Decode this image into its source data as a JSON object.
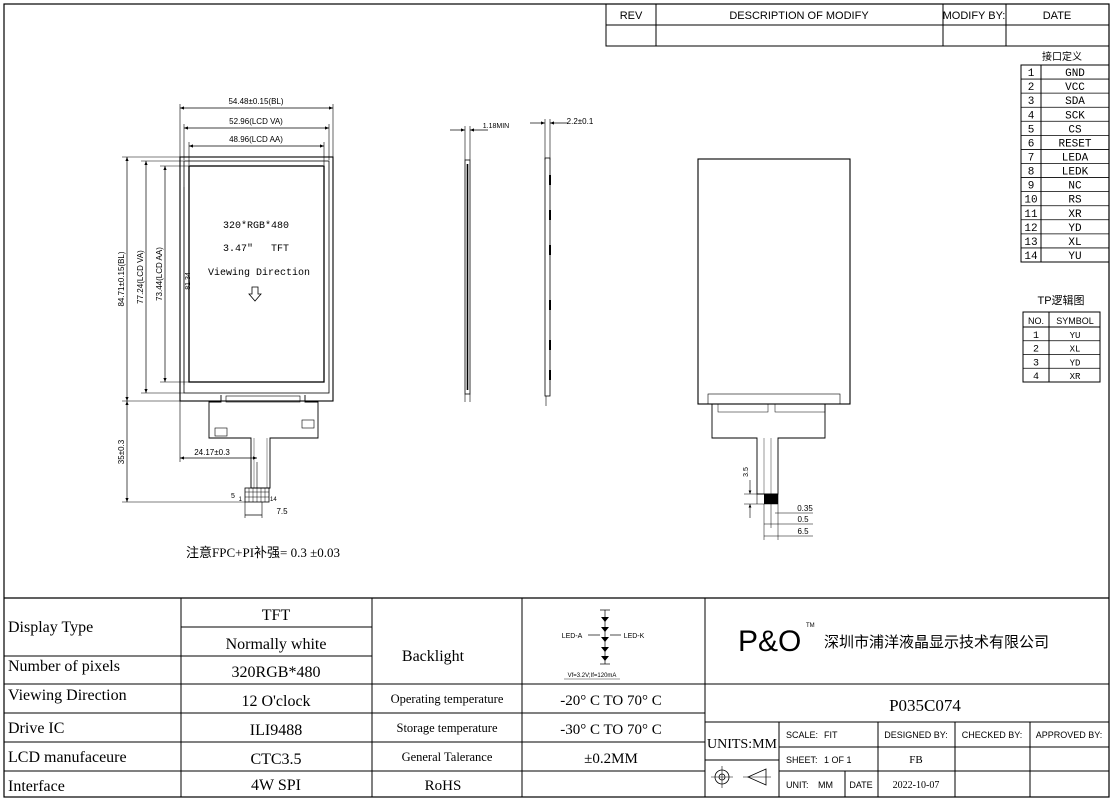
{
  "revision_block": {
    "headers": [
      "REV",
      "DESCRIPTION OF MODIFY",
      "MODIFY BY:",
      "DATE"
    ]
  },
  "interface_table": {
    "title": "接口定义",
    "pins": [
      {
        "no": "1",
        "name": "GND"
      },
      {
        "no": "2",
        "name": "VCC"
      },
      {
        "no": "3",
        "name": "SDA"
      },
      {
        "no": "4",
        "name": "SCK"
      },
      {
        "no": "5",
        "name": "CS"
      },
      {
        "no": "6",
        "name": "RESET"
      },
      {
        "no": "7",
        "name": "LEDA"
      },
      {
        "no": "8",
        "name": "LEDK"
      },
      {
        "no": "9",
        "name": "NC"
      },
      {
        "no": "10",
        "name": "RS"
      },
      {
        "no": "11",
        "name": "XR"
      },
      {
        "no": "12",
        "name": "YD"
      },
      {
        "no": "13",
        "name": "XL"
      },
      {
        "no": "14",
        "name": "YU"
      }
    ]
  },
  "tp_table": {
    "title": "TP逻辑图",
    "headers": [
      "NO.",
      "SYMBOL"
    ],
    "rows": [
      {
        "no": "1",
        "symbol": "YU"
      },
      {
        "no": "2",
        "symbol": "XL"
      },
      {
        "no": "3",
        "symbol": "YD"
      },
      {
        "no": "4",
        "symbol": "XR"
      }
    ]
  },
  "front_view": {
    "dim_bl_width": "54.48±0.15(BL)",
    "dim_va_width": "52.96(LCD VA)",
    "dim_aa_width": "48.96(LCD AA)",
    "dim_bl_height": "84.71±0.15(BL)",
    "dim_va_height": "77.24(LCD VA)",
    "dim_aa_height": "73.44(LCD AA)",
    "dim_inner": "81.34",
    "dim_fpc_len": "35±0.3",
    "dim_fpc_offset": "24.17±0.3",
    "dim_stiff": "5",
    "dim_pitch_w": "7.5",
    "pin_first": "1",
    "pin_last": "14",
    "label_resolution": "320*RGB*480",
    "label_size": "3.47\"",
    "label_type": "TFT",
    "label_viewing": "Viewing Direction",
    "note": "注意FPC+PI补强= 0.3 ±0.03"
  },
  "side_view": {
    "dim_left": "1.18MIN",
    "dim_right": "2.2±0.1"
  },
  "rear_view": {
    "dim_35": "3.5",
    "dim_035": "0.35",
    "dim_05": "0.5",
    "dim_65": "6.5"
  },
  "spec_table": {
    "rows": [
      {
        "label": "Display Type",
        "value": "TFT"
      },
      {
        "label": "",
        "value": "Normally white"
      },
      {
        "label": "Number of pixels",
        "value": "320RGB*480"
      },
      {
        "label": "Viewing Direction",
        "value": "12 O'clock"
      },
      {
        "label": "Drive IC",
        "value": "ILI9488"
      },
      {
        "label": "LCD manufaceure",
        "value": "CTC3.5"
      },
      {
        "label": "Interface",
        "value": "4W SPI"
      }
    ],
    "backlight_label": "Backlight",
    "conditions": [
      {
        "label": "Operating temperature",
        "value": "-20° C TO 70° C"
      },
      {
        "label": "Storage temperature",
        "value": "-30° C TO 70° C"
      },
      {
        "label": "General Talerance",
        "value": "±0.2MM"
      }
    ],
    "rohs": "RoHS",
    "led_a": "LED-A",
    "led_k": "LED-K",
    "led_spec": "Vf=3.2V;If=120mA"
  },
  "title_block": {
    "logo": "P&O",
    "tm": "TM",
    "company": "深圳市浦洋液晶显示技术有限公司",
    "part_no": "P035C074",
    "units": "UNITS:MM",
    "scale_label": "SCALE:",
    "scale_value": "FIT",
    "sheet_label": "SHEET:",
    "sheet_value": "1 OF 1",
    "unit_label": "UNIT:",
    "unit_value": "MM",
    "date_label": "DATE",
    "date_value": "2022-10-07",
    "designed_by": "DESIGNED BY:",
    "designer": "FB",
    "checked_by": "CHECKED BY:",
    "approved_by": "APPROVED BY:"
  }
}
